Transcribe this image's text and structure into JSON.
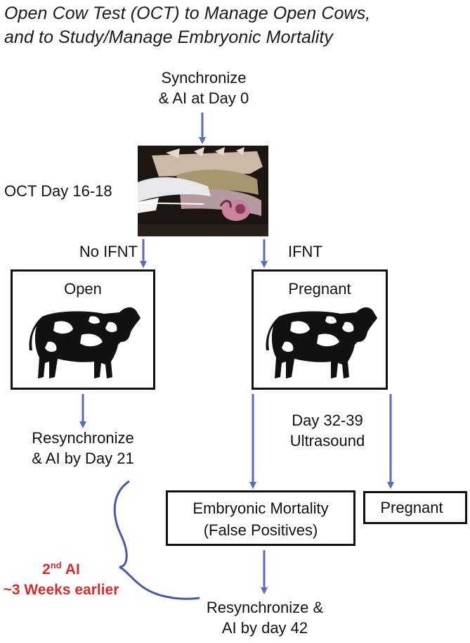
{
  "title": {
    "line1": "Open Cow Test (OCT) to Manage Open Cows,",
    "line2": "and to Study/Manage Embryonic Mortality"
  },
  "steps": {
    "sync_line1": "Synchronize",
    "sync_line2": "& AI at Day 0",
    "oct_label": "OCT Day 16-18",
    "no_ifnt": "No IFNT",
    "ifnt": "IFNT",
    "open_box": "Open",
    "pregnant_box": "Pregnant",
    "resync_line1": "Resynchronize",
    "resync_line2": "& AI by Day 21",
    "ultrasound_line1": "Day 32-39",
    "ultrasound_line2": "Ultrasound",
    "em_line1": "Embryonic Mortality",
    "em_line2": "(False Positives)",
    "pregnant_final": "Pregnant",
    "final_line1": "Resynchronize &",
    "final_line2": "AI by day 42"
  },
  "callout": {
    "ai_prefix": "2",
    "ai_superscript": "nd",
    "ai_suffix": " AI",
    "earlier": "~3 Weeks earlier"
  },
  "colors": {
    "arrow": "#5a6db0",
    "brace": "#4b5aa5",
    "callout_text": "#d92b2b",
    "box_border": "#111111"
  },
  "icons": {
    "reproductive_tract_illustration": "reproductive-tract-illustration",
    "cow": "holstein-cow-silhouette"
  }
}
